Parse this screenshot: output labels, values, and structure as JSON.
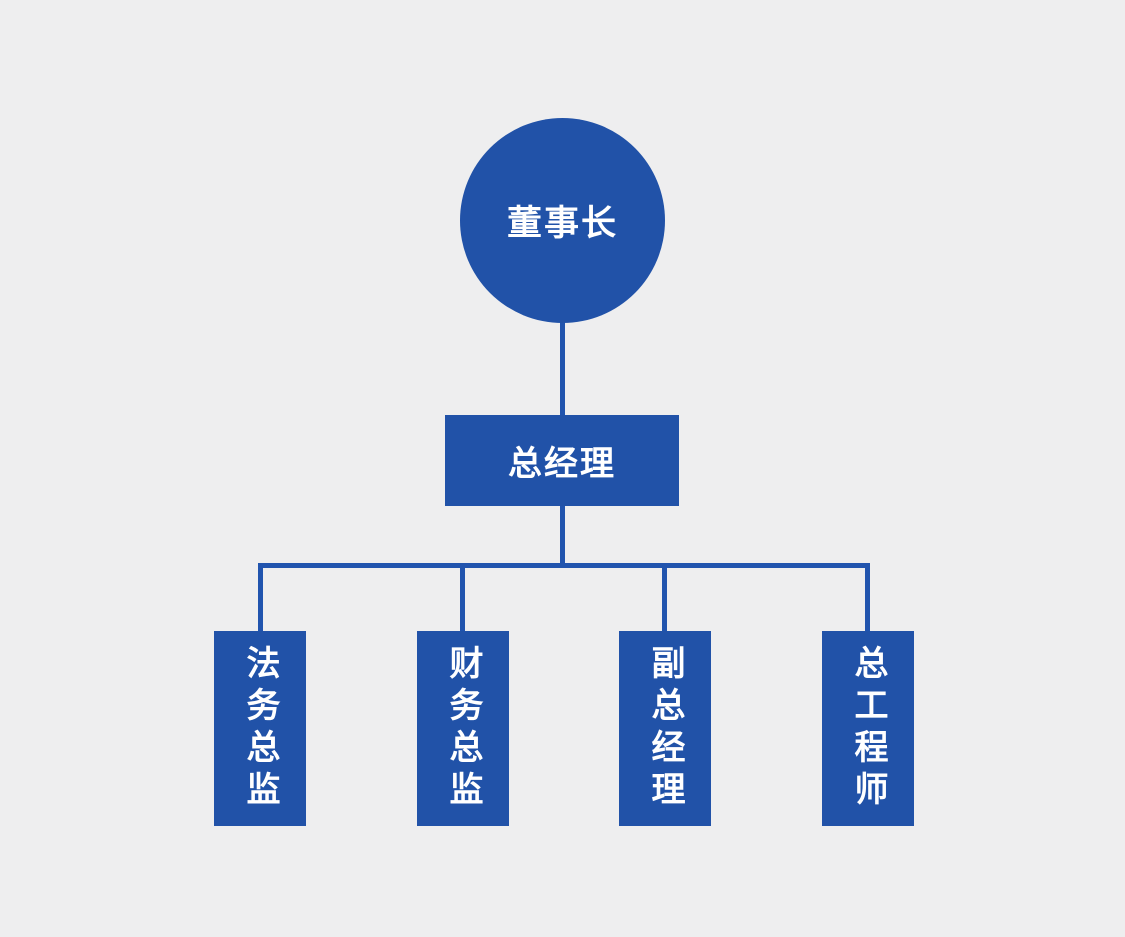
{
  "diagram": {
    "type": "org-chart",
    "colors": {
      "node_fill": "#2152a8",
      "connector": "#2154ae",
      "text": "#ffffff",
      "background": "#eeeeef"
    },
    "root": {
      "label": "董事长",
      "shape": "circle"
    },
    "manager": {
      "label": "总经理",
      "shape": "rectangle"
    },
    "children": [
      {
        "label": "法务总监",
        "shape": "vertical-rectangle"
      },
      {
        "label": "财务总监",
        "shape": "vertical-rectangle"
      },
      {
        "label": "副总经理",
        "shape": "vertical-rectangle"
      },
      {
        "label": "总工程师",
        "shape": "vertical-rectangle"
      }
    ]
  }
}
